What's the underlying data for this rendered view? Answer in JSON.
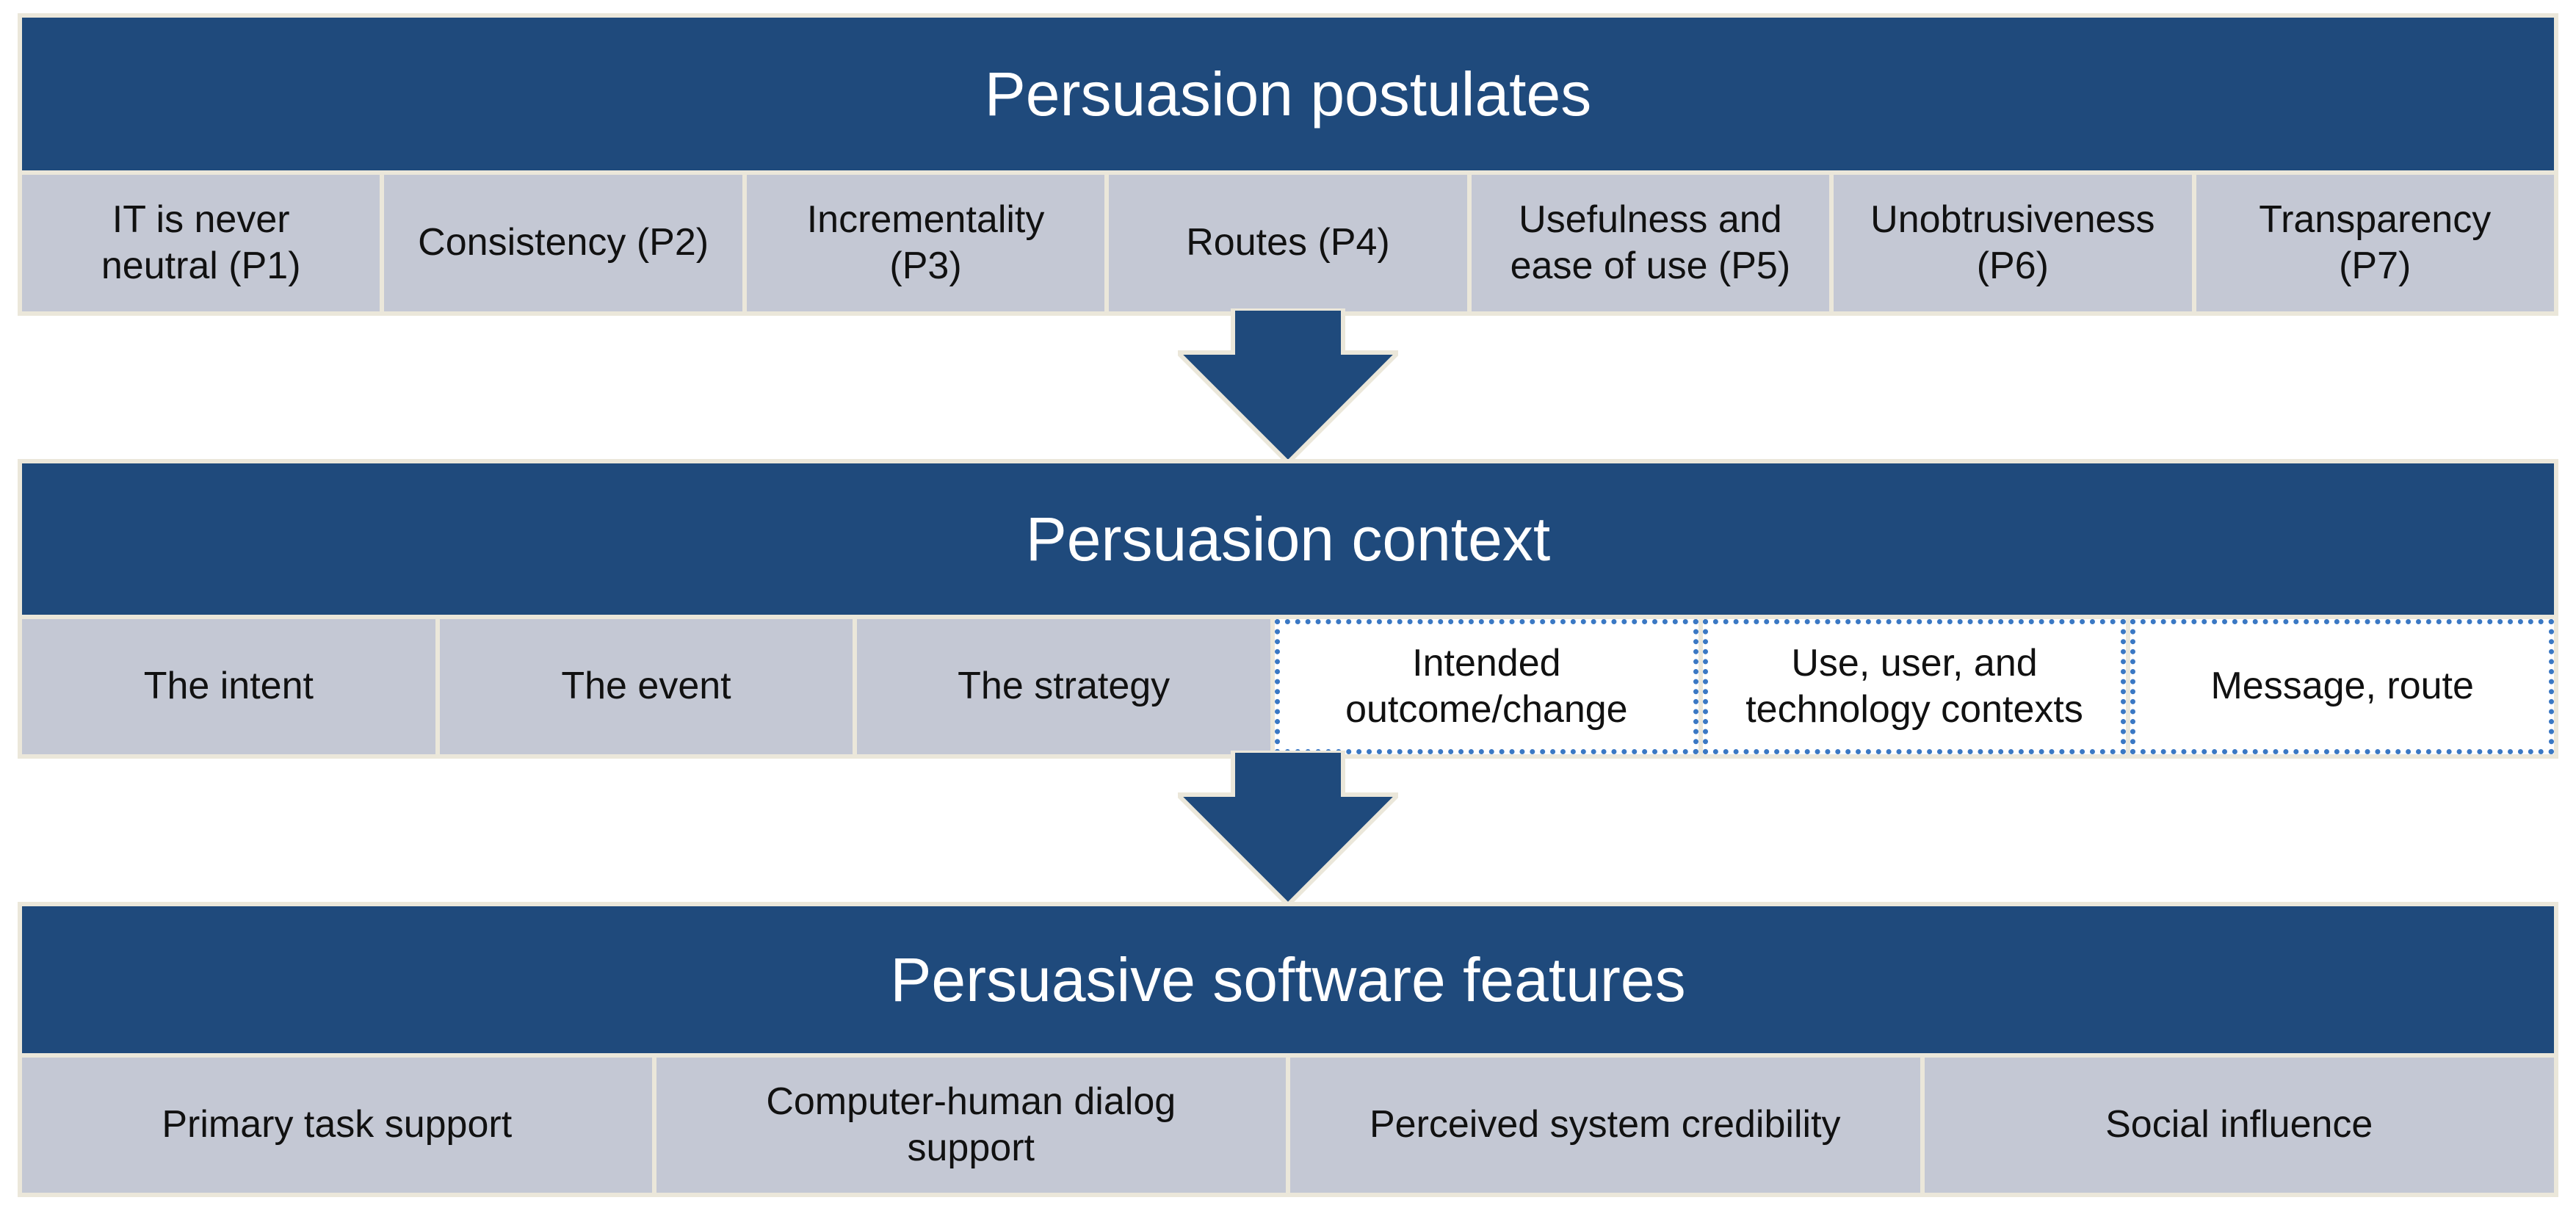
{
  "sections": [
    {
      "title": "Persuasion postulates",
      "cells": [
        {
          "label": "IT is never\nneutral (P1)",
          "outlined": false
        },
        {
          "label": "Consistency (P2)",
          "outlined": false
        },
        {
          "label": "Incrementality\n(P3)",
          "outlined": false
        },
        {
          "label": "Routes (P4)",
          "outlined": false
        },
        {
          "label": "Usefulness and\nease of use (P5)",
          "outlined": false
        },
        {
          "label": "Unobtrusiveness\n(P6)",
          "outlined": false
        },
        {
          "label": "Transparency\n(P7)",
          "outlined": false
        }
      ]
    },
    {
      "title": "Persuasion context",
      "cells": [
        {
          "label": "The intent",
          "outlined": false
        },
        {
          "label": "The event",
          "outlined": false
        },
        {
          "label": "The strategy",
          "outlined": false
        },
        {
          "label": "Intended\noutcome/change",
          "outlined": true
        },
        {
          "label": "Use, user, and\ntechnology contexts",
          "outlined": true
        },
        {
          "label": "Message, route",
          "outlined": true
        }
      ]
    },
    {
      "title": "Persuasive software features",
      "cells": [
        {
          "label": "Primary task support",
          "outlined": false
        },
        {
          "label": "Computer-human dialog\nsupport",
          "outlined": false
        },
        {
          "label": "Perceived system credibility",
          "outlined": false
        },
        {
          "label": "Social influence",
          "outlined": false
        }
      ]
    }
  ],
  "colors": {
    "header": "#1f4a7c",
    "cell": "#c4c8d4",
    "frame": "#ebe7da",
    "dotted_border": "#3a78c4"
  }
}
